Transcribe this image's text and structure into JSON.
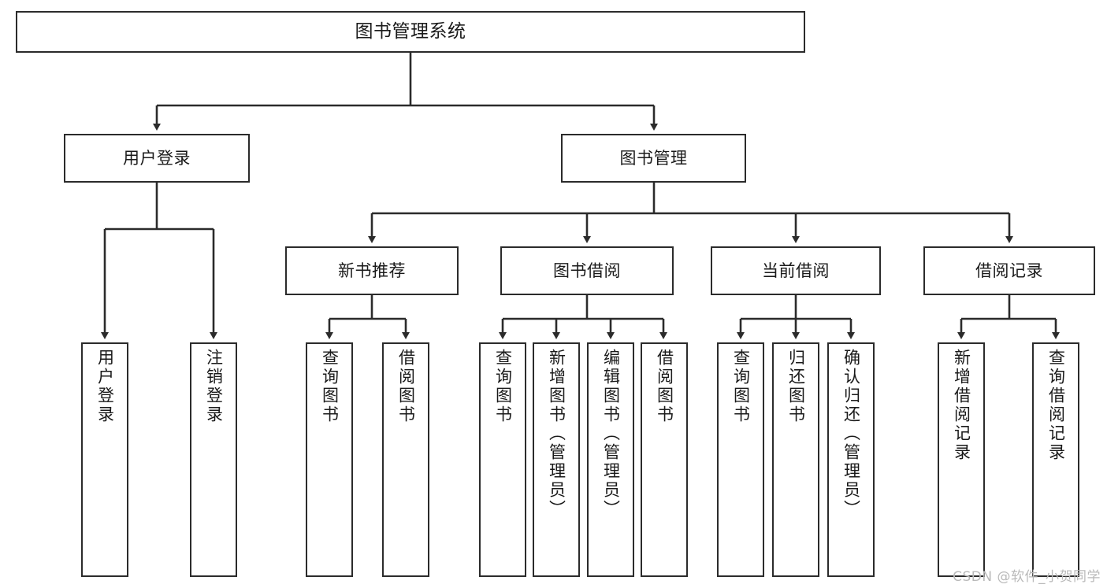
{
  "diagram": {
    "title": "图书管理系统",
    "type": "tree-hierarchy-chart",
    "stroke_color": "#2b2b2b",
    "background_color": "#ffffff",
    "root": {
      "label": "图书管理系统"
    },
    "level1": [
      {
        "label": "用户登录"
      },
      {
        "label": "图书管理"
      }
    ],
    "level2": [
      {
        "label": "新书推荐"
      },
      {
        "label": "图书借阅"
      },
      {
        "label": "当前借阅"
      },
      {
        "label": "借阅记录"
      }
    ],
    "leaves": {
      "user_login": [
        {
          "label": "用户登录"
        },
        {
          "label": "注销登录"
        }
      ],
      "new_book_recommend": [
        {
          "label": "查询图书"
        },
        {
          "label": "借阅图书"
        }
      ],
      "book_borrow": [
        {
          "label": "查询图书"
        },
        {
          "label": "新增图书（管理员）"
        },
        {
          "label": "编辑图书（管理员）"
        },
        {
          "label": "借阅图书"
        }
      ],
      "current_borrow": [
        {
          "label": "查询图书"
        },
        {
          "label": "归还图书"
        },
        {
          "label": "确认归还（管理员）"
        }
      ],
      "borrow_record": [
        {
          "label": "新增借阅记录"
        },
        {
          "label": "查询借阅记录"
        }
      ]
    }
  },
  "watermark": {
    "text": "CSDN @软件_小贺同学"
  }
}
